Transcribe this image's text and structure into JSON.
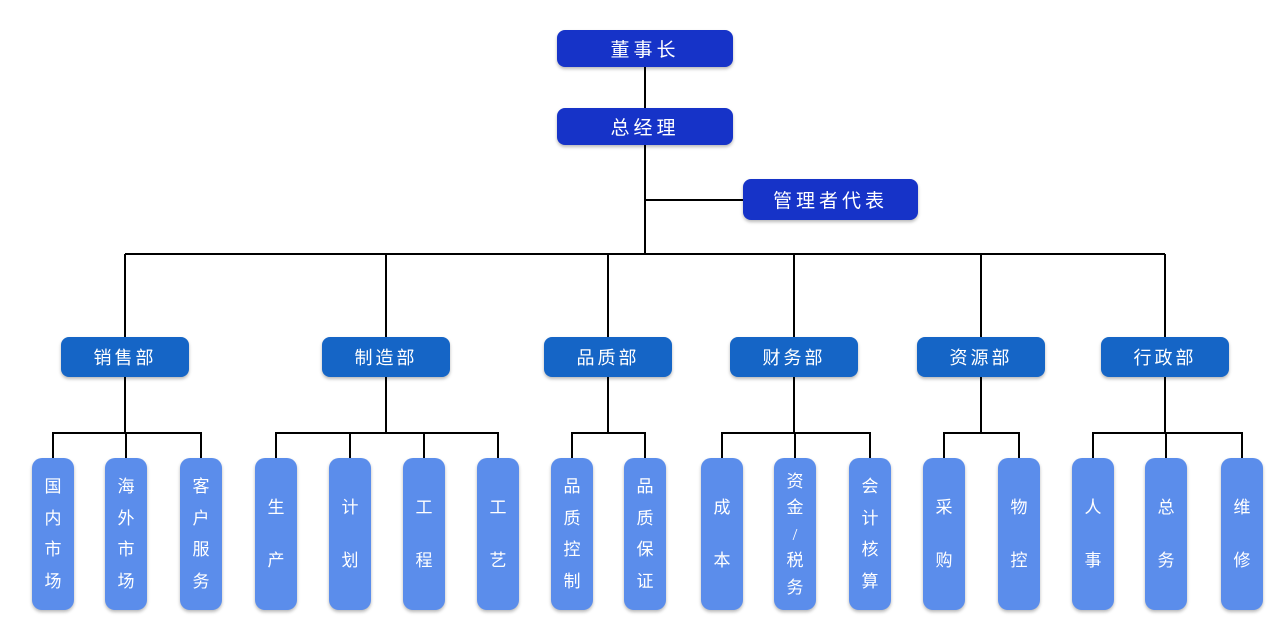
{
  "colors": {
    "executive_box": "#1633c8",
    "department_box": "#1565c6",
    "leaf_box": "#5b8deb",
    "connector": "#000000",
    "text": "#ffffff",
    "background": "#ffffff"
  },
  "tree": {
    "chairman": "董事长",
    "general_manager": "总经理",
    "management_rep": "管理者代表",
    "departments": [
      {
        "label": "销售部",
        "children": [
          "国内市场",
          "海外市场",
          "客户服务"
        ]
      },
      {
        "label": "制造部",
        "children": [
          "生产",
          "计划",
          "工程",
          "工艺"
        ]
      },
      {
        "label": "品质部",
        "children": [
          "品质控制",
          "品质保证"
        ]
      },
      {
        "label": "财务部",
        "children": [
          "成本",
          "资金/税务",
          "会计核算"
        ]
      },
      {
        "label": "资源部",
        "children": [
          "采购",
          "物控"
        ]
      },
      {
        "label": "行政部",
        "children": [
          "人事",
          "总务",
          "维修"
        ]
      }
    ]
  }
}
